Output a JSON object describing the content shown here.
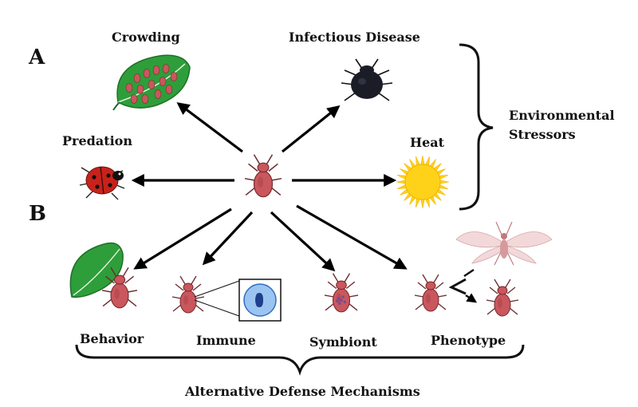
{
  "panels": {
    "a": "A",
    "b": "B"
  },
  "stressors": {
    "crowding": "Crowding",
    "infectious_disease": "Infectious Disease",
    "predation": "Predation",
    "heat": "Heat",
    "group_label_line1": "Environmental",
    "group_label_line2": "Stressors"
  },
  "defenses": {
    "behavior": "Behavior",
    "immune": "Immune",
    "symbiont": "Symbiont",
    "phenotype": "Phenotype",
    "group_label": "Alternative Defense Mechanisms"
  },
  "icons": {
    "center": "aphid-icon",
    "crowding": "leaf-with-aphids-icon",
    "infectious_disease": "infected-aphid-icon",
    "predation": "ladybug-icon",
    "heat": "sun-icon",
    "behavior": "aphid-on-leaf-icon",
    "immune": "immune-cell-icon",
    "symbiont": "symbiont-aphid-icon",
    "phenotype": "winged-aphid-icon"
  },
  "colors": {
    "aphid": "#c9575d",
    "leaf": "#2e9e3a",
    "sun": "#ffd21a",
    "ladybug": "#c8221a",
    "infected": "#1b1d26",
    "cell": "#4a8fe0"
  }
}
